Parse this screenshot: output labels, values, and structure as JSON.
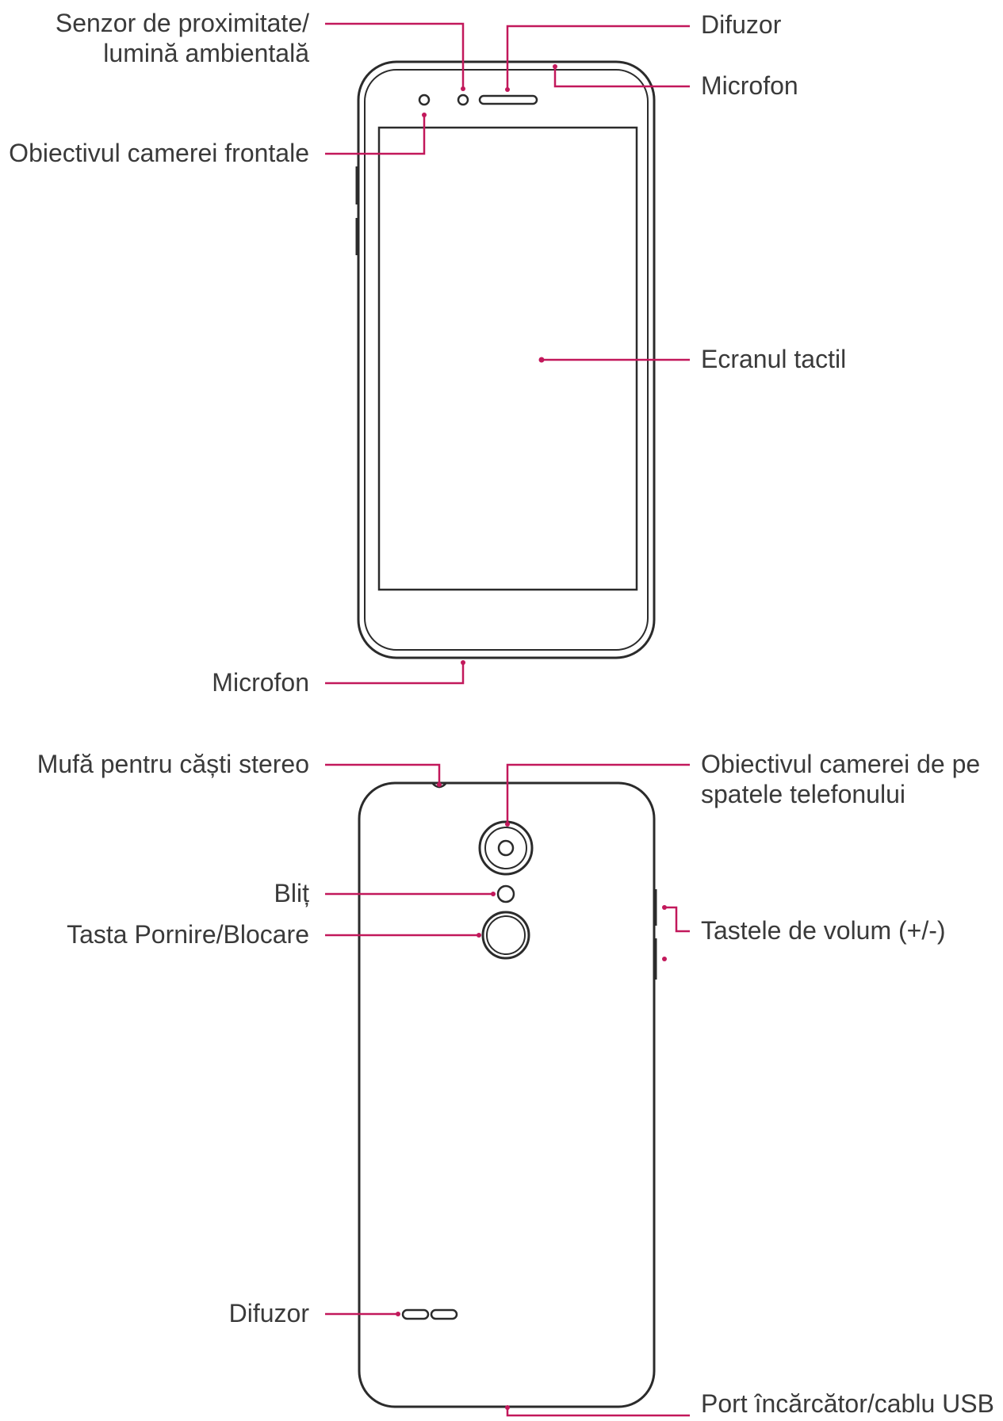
{
  "colors": {
    "leader": "#c2185b",
    "outline": "#2b2b2b",
    "text": "#3a3a3a"
  },
  "front_view": {
    "proximity_sensor": [
      "Senzor de proximitate/",
      "lumină ambientală"
    ],
    "front_camera": "Obiectivul camerei frontale",
    "microphone_bottom": "Microfon",
    "earpiece": "Difuzor",
    "microphone_top": "Microfon",
    "touchscreen": "Ecranul tactil"
  },
  "back_view": {
    "headset_jack": "Mufă pentru căști stereo",
    "flash": "Bliț",
    "power_key": "Tasta Pornire/Blocare",
    "speaker": "Difuzor",
    "rear_camera": [
      "Obiectivul camerei de pe",
      "spatele telefonului"
    ],
    "volume_keys": "Tastele de volum (+/-)",
    "charger_port": "Port încărcător/cablu USB"
  }
}
